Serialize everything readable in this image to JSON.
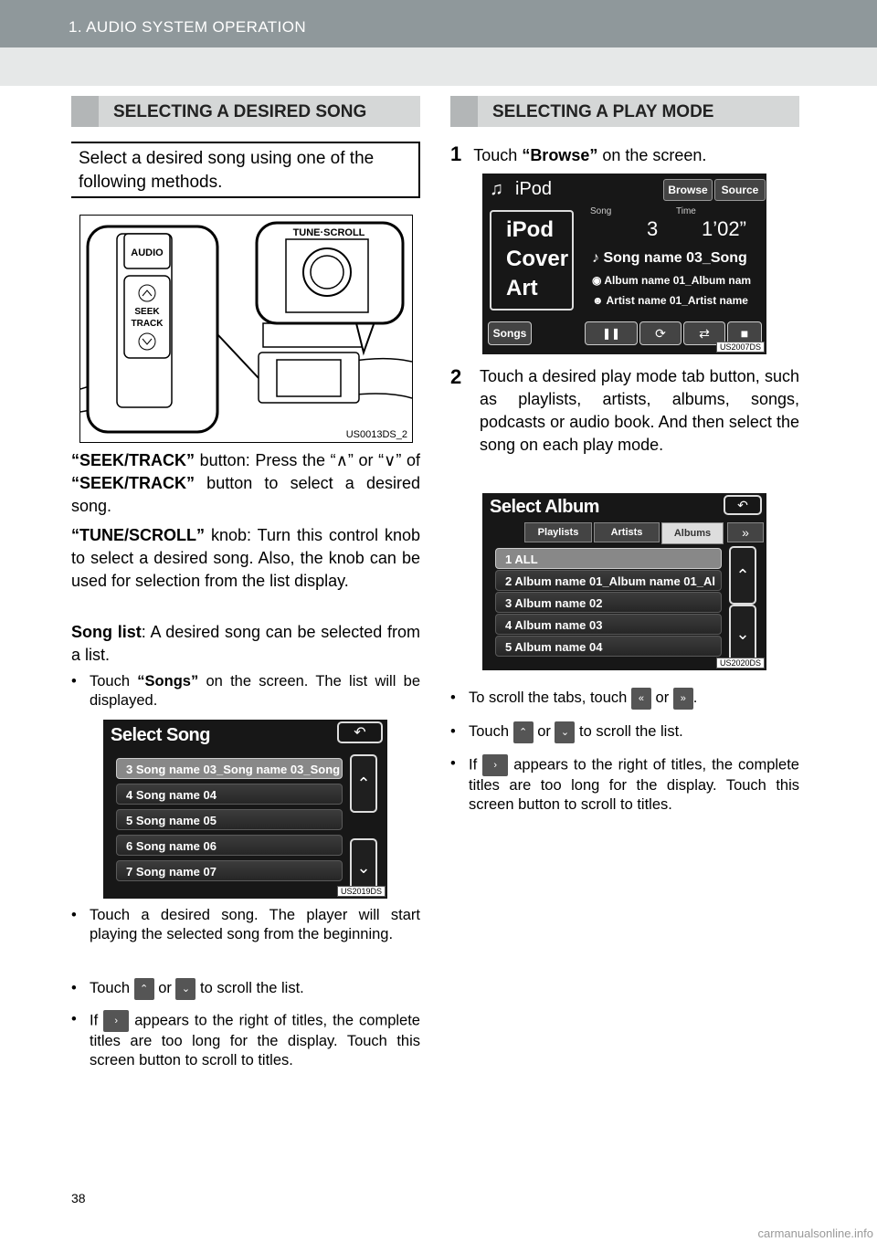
{
  "header": {
    "title": "1. AUDIO SYSTEM OPERATION"
  },
  "left": {
    "section_title": "SELECTING A DESIRED SONG",
    "intro": "Select a desired song using one of the following methods.",
    "figure1": {
      "caption": "US0013DS_2",
      "audio": "AUDIO",
      "seek": "SEEK",
      "track": "TRACK",
      "tune": "TUNE·SCROLL"
    },
    "seek_bold": "“SEEK/TRACK”",
    "seek_text1": " button: Press the “",
    "seek_up": "∧",
    "seek_text2": "” or “",
    "seek_down": "∨",
    "seek_text3": "” of ",
    "seek_bold2": "“SEEK/TRACK”",
    "seek_text4": " button to select a desired song.",
    "tune_bold": "“TUNE/SCROLL”",
    "tune_text": " knob: Turn this control knob to select a desired song. Also, the knob can be used for selection from the list display.",
    "songlist_bold": "Song list",
    "songlist_text": ": A desired song can be selected from a list.",
    "b1_pre": "Touch ",
    "b1_bold": "“Songs”",
    "b1_post": " on the screen. The list will be displayed.",
    "figure2": {
      "title": "Select Song",
      "rows": [
        "3  Song name 03_Song name 03_Song",
        "4  Song name 04",
        "5  Song name 05",
        "6  Song name 06",
        "7  Song name 07"
      ],
      "caption": "US2019DS"
    },
    "b2": "Touch a desired song. The player will start playing the selected song from the beginning.",
    "b3_pre": "Touch ",
    "b3_or": " or ",
    "b3_post": " to scroll the list.",
    "b4_pre": "If ",
    "b4_post": " appears to the right of titles, the complete titles are too long for the display. Touch this screen button to scroll to titles."
  },
  "right": {
    "section_title": "SELECTING A PLAY MODE",
    "step1_num": "1",
    "step1_pre": "Touch ",
    "step1_bold": "“Browse”",
    "step1_post": " on the screen.",
    "figure3": {
      "app": "iPod",
      "browse": "Browse",
      "source": "Source",
      "song_label": "Song",
      "time_label": "Time",
      "song_num": "3",
      "time_val": "1’02”",
      "cover1": "iPod",
      "cover2": "Cover",
      "cover3": "Art",
      "song": "Song name 03_Song",
      "album": "Album name 01_Album nam",
      "artist": "Artist name 01_Artist name",
      "songs_btn": "Songs",
      "caption": "US2007DS"
    },
    "step2_num": "2",
    "step2": "Touch a desired play mode tab button, such as playlists, artists, albums, songs, podcasts or audio book. And then select the song on each play mode.",
    "figure4": {
      "title": "Select Album",
      "tabs": [
        "Playlists",
        "Artists",
        "Albums"
      ],
      "rows": [
        "1  ALL",
        "2  Album name 01_Album name 01_Al",
        "3  Album name 02",
        "4  Album name 03",
        "5  Album name 04"
      ],
      "caption": "US2020DS"
    },
    "b1_pre": "To scroll the tabs, touch ",
    "b1_or": " or ",
    "b1_post": ".",
    "b2_pre": "Touch ",
    "b2_or": " or ",
    "b2_post": " to scroll the list.",
    "b3_pre": "If ",
    "b3_post": " appears to the right of titles, the complete titles are too long for the display. Touch this screen button to scroll to titles."
  },
  "footer": {
    "page": "38",
    "watermark": "carmanualsonline.info"
  },
  "icons": {
    "bullet": "•",
    "up": "⌃",
    "down": "⌄",
    "left": "«",
    "right": "»",
    "more": "›"
  }
}
